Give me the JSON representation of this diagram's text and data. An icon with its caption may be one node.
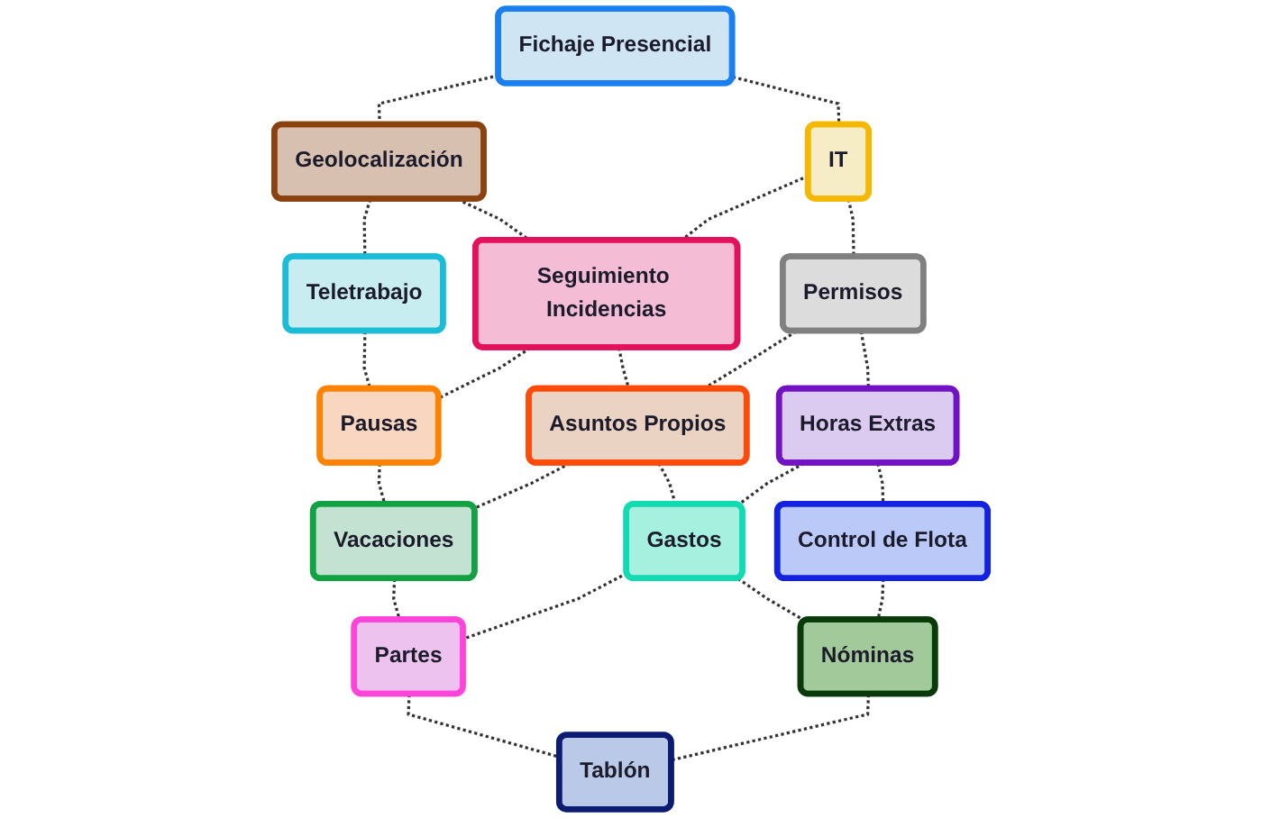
{
  "diagram": {
    "nodes": [
      {
        "text": [
          "Fichaje Presencial"
        ]
      },
      {
        "text": [
          "Geolocalización"
        ]
      },
      {
        "text": [
          "Teletrabajo"
        ]
      },
      {
        "text": [
          "IT"
        ]
      },
      {
        "text": [
          "Seguimiento Incidencias"
        ]
      },
      {
        "text": [
          "Pausas"
        ]
      },
      {
        "text": [
          "Permisos"
        ]
      },
      {
        "text": [
          "Asuntos Propios"
        ]
      },
      {
        "text": [
          "Vacaciones"
        ]
      },
      {
        "text": [
          "Horas Extras"
        ]
      },
      {
        "text": [
          "Gastos"
        ]
      },
      {
        "text": [
          "Partes"
        ]
      },
      {
        "text": [
          "Control de Flota"
        ]
      },
      {
        "text": [
          "Nóminas"
        ]
      },
      {
        "text": [
          "Tablón"
        ]
      }
    ],
    "edges": [
      {
        "from": 0,
        "to": 3,
        "arrow": "none",
        "style": "dashed"
      },
      {
        "from": 0,
        "to": 1,
        "arrow": "none",
        "style": "dashed"
      },
      {
        "from": 1,
        "to": 4,
        "arrow": "none",
        "style": "dashed"
      },
      {
        "from": 1,
        "to": 2,
        "arrow": "none",
        "style": "dashed"
      },
      {
        "from": 2,
        "to": 5,
        "arrow": "none",
        "style": "dashed"
      },
      {
        "from": 3,
        "to": 6,
        "arrow": "none",
        "style": "dashed"
      },
      {
        "from": 3,
        "to": 4,
        "arrow": "none",
        "style": "dashed"
      },
      {
        "from": 4,
        "to": 7,
        "arrow": "none",
        "style": "dashed"
      },
      {
        "from": 4,
        "to": 5,
        "arrow": "none",
        "style": "dashed"
      },
      {
        "from": 5,
        "to": 8,
        "arrow": "none",
        "style": "dashed"
      },
      {
        "from": 6,
        "to": 9,
        "arrow": "none",
        "style": "dashed"
      },
      {
        "from": 6,
        "to": 7,
        "arrow": "none",
        "style": "dashed"
      },
      {
        "from": 7,
        "to": 10,
        "arrow": "none",
        "style": "dashed"
      },
      {
        "from": 7,
        "to": 8,
        "arrow": "none",
        "style": "dashed"
      },
      {
        "from": 8,
        "to": 11,
        "arrow": "none",
        "style": "dashed"
      },
      {
        "from": 9,
        "to": 12,
        "arrow": "none",
        "style": "dashed"
      },
      {
        "from": 9,
        "to": 10,
        "arrow": "none",
        "style": "dashed"
      },
      {
        "from": 10,
        "to": 13,
        "arrow": "none",
        "style": "dashed"
      },
      {
        "from": 10,
        "to": 11,
        "arrow": "none",
        "style": "dashed"
      },
      {
        "from": 11,
        "to": 14,
        "arrow": "none",
        "style": "dashed"
      },
      {
        "from": 12,
        "to": 13,
        "arrow": "none",
        "style": "dashed"
      },
      {
        "from": 13,
        "to": 14,
        "arrow": "none",
        "style": "dashed"
      }
    ]
  }
}
